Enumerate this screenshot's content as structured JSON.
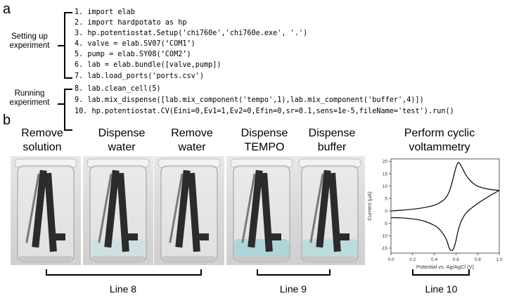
{
  "panel_a": {
    "letter": "a",
    "section_setup": [
      "Setting up",
      "experiment"
    ],
    "section_running": [
      "Running",
      "experiment"
    ],
    "code_lines": [
      "1. import elab",
      "2. import hardpotato as hp",
      "3. hp.potentiostat.Setup('chi760e','chi760e.exe', '.')",
      "4. valve = elab.SV07(‘COM1’)",
      "5. pump = elab.SY08(‘COM2’)",
      "6. lab = elab.bundle([valve,pump])",
      "7. lab.load_ports('ports.csv')",
      "8. lab.clean_cell(5)",
      "9. lab.mix_dispense([lab.mix_component('tempo',1),lab.mix_component('buffer',4)])",
      "10. hp.potentiostat.CV(Eini=0,Ev1=1,Ev2=0,Efin=0,sr=0.1,sens=1e-5,fileName='test').run()"
    ]
  },
  "panel_b": {
    "letter": "b",
    "steps": [
      {
        "line1": "Remove",
        "line2": "solution"
      },
      {
        "line1": "Dispense",
        "line2": "water"
      },
      {
        "line1": "Remove",
        "line2": "water"
      },
      {
        "line1": "Dispense",
        "line2": "TEMPO"
      },
      {
        "line1": "Dispense",
        "line2": "buffer"
      },
      {
        "line1": "Perform cyclic",
        "line2": "voltammetry"
      }
    ],
    "line_labels": [
      "Line 8",
      "Line 9",
      "Line 10"
    ]
  },
  "chart_data": {
    "type": "line",
    "xlabel": "Potential vs. Ag/AgCl (V)",
    "ylabel": "Current (μA)",
    "xlim": [
      0.0,
      1.0
    ],
    "ylim": [
      -17,
      21
    ],
    "xticks": [
      "0.0",
      "0.2",
      "0.4",
      "0.6",
      "0.8",
      "1.0"
    ],
    "yticks": [
      "20",
      "15",
      "10",
      "5",
      "0",
      "-5",
      "-10",
      "-15"
    ],
    "grid": false,
    "series": [
      {
        "segment": "forward",
        "x": [
          0.0,
          0.1,
          0.2,
          0.3,
          0.4,
          0.45,
          0.5,
          0.54,
          0.57,
          0.6,
          0.62,
          0.64,
          0.67,
          0.7,
          0.75,
          0.8,
          0.9,
          1.0
        ],
        "y": [
          0.0,
          0.3,
          0.7,
          1.3,
          2.3,
          3.3,
          5.0,
          8.0,
          12.5,
          17.5,
          19.5,
          18.8,
          16.3,
          14.0,
          11.5,
          10.0,
          8.8,
          8.3
        ]
      },
      {
        "segment": "reverse",
        "x": [
          1.0,
          0.9,
          0.8,
          0.7,
          0.65,
          0.62,
          0.6,
          0.58,
          0.56,
          0.54,
          0.52,
          0.5,
          0.45,
          0.4,
          0.3,
          0.2,
          0.1,
          0.0
        ],
        "y": [
          8.3,
          5.8,
          3.0,
          -0.5,
          -4.0,
          -8.0,
          -12.0,
          -15.0,
          -16.0,
          -15.2,
          -12.5,
          -10.5,
          -7.5,
          -5.8,
          -4.0,
          -3.2,
          -2.8,
          -2.7
        ]
      }
    ]
  },
  "colors": {
    "curve": "#000000",
    "water": "#cfe0e3",
    "tempo_solution": "#a9d4d6",
    "buffer_solution": "#b9dcdd",
    "electrode": "#2b2b2b",
    "cap": "#f2f2f2"
  }
}
